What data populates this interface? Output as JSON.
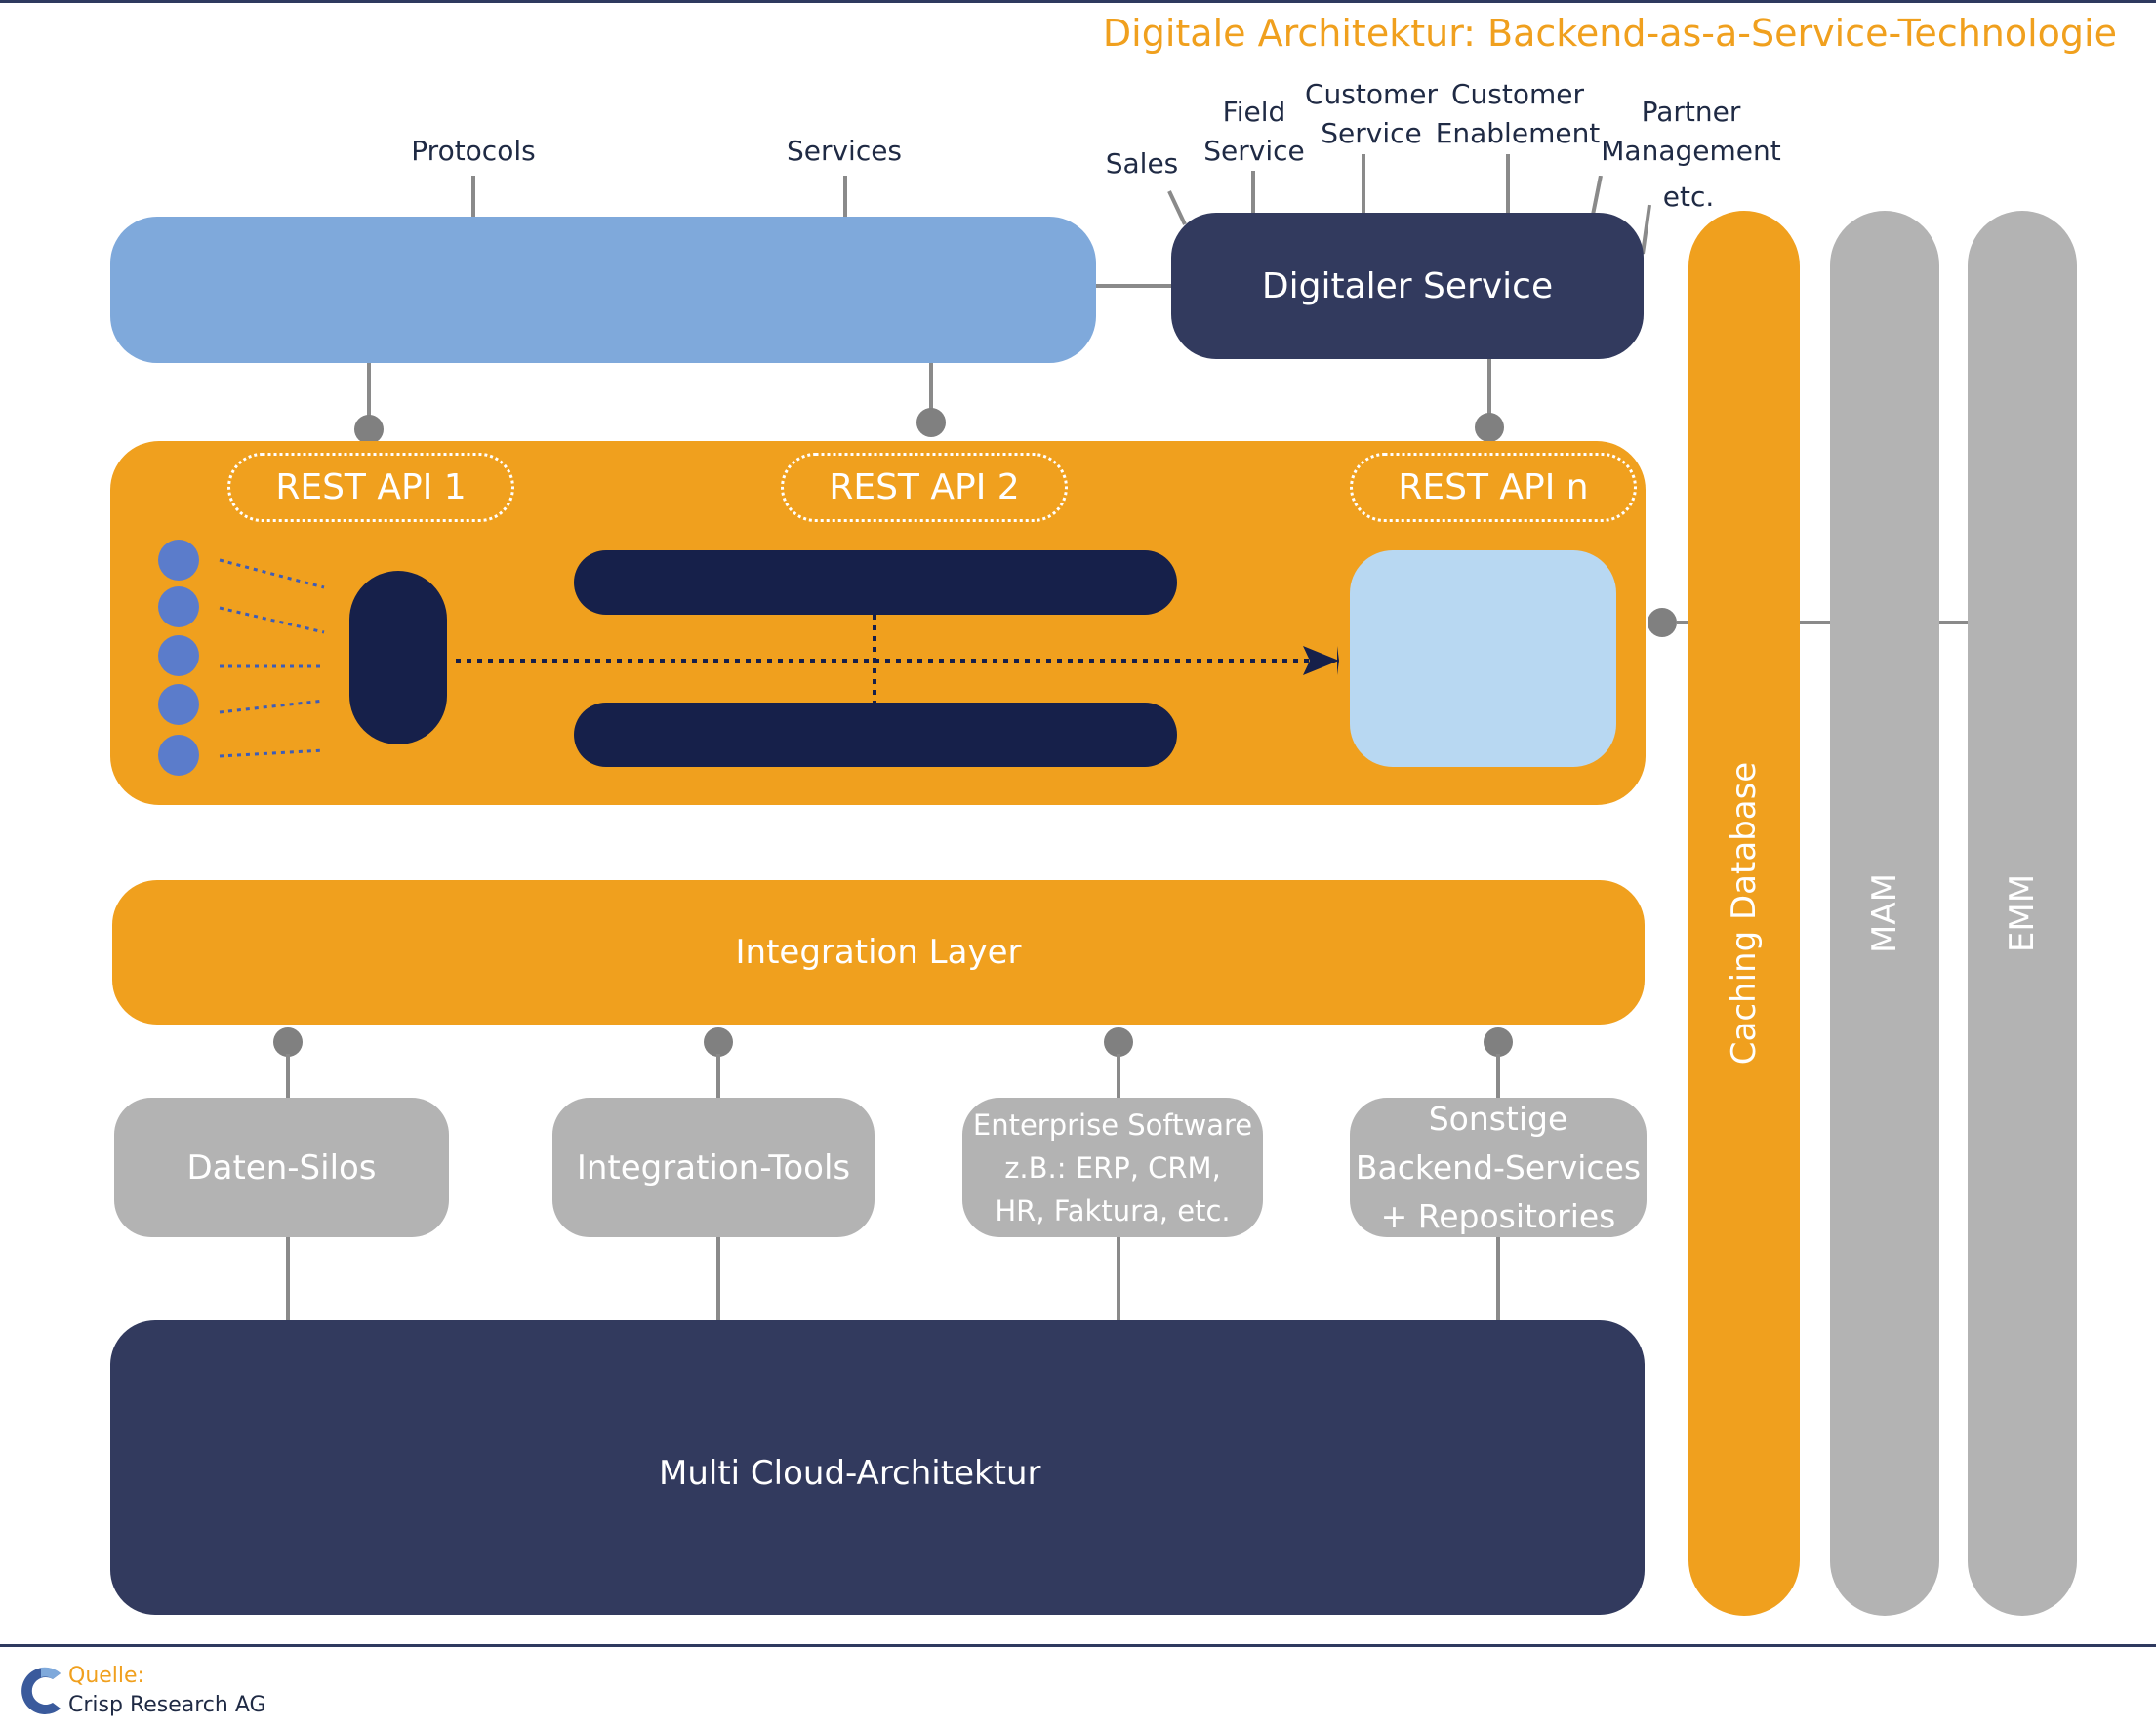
{
  "header": {
    "title": "Digitale Architektur: Backend-as-a-Service-Technologie"
  },
  "top_labels": {
    "protocols": "Protocols",
    "services": "Services",
    "sales": "Sales",
    "field_service": [
      "Field",
      "Service"
    ],
    "customer_service": [
      "Customer",
      "Service"
    ],
    "customer_enablement": [
      "Customer",
      "Enablement"
    ],
    "partner_management": [
      "Partner",
      "Management"
    ],
    "etc": "etc."
  },
  "digital_service": {
    "label": "Digitaler Service"
  },
  "api_layer": {
    "apis": [
      "REST API 1",
      "REST API 2",
      "REST API n"
    ]
  },
  "integration_layer": {
    "label": "Integration Layer"
  },
  "backends": [
    {
      "lines": [
        "Daten-Silos"
      ]
    },
    {
      "lines": [
        "Integration-Tools"
      ]
    },
    {
      "lines": [
        "Enterprise Software",
        "z.B.: ERP, CRM,",
        "HR, Faktura, etc."
      ]
    },
    {
      "lines": [
        "Sonstige",
        "Backend-Services",
        "+ Repositories"
      ]
    }
  ],
  "multi_cloud": {
    "label": "Multi Cloud-Architektur"
  },
  "columns": {
    "caching": "Caching Database",
    "mam": "MAM",
    "emm": "EMM"
  },
  "footer": {
    "source_label": "Quelle:",
    "source_name": "Crisp Research AG"
  },
  "colors": {
    "orange": "#f0a01e",
    "navy": "#323a5e",
    "dark_navy": "#16204a",
    "light_blue": "#7fa9db",
    "pale_blue": "#b8d8f2",
    "gray": "#b3b3b3"
  }
}
